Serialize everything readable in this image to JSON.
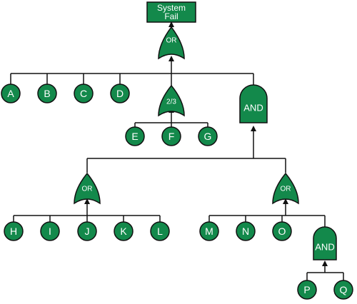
{
  "top_event": {
    "line1": "System",
    "line2": "Fail"
  },
  "gates": {
    "top_or": "OR",
    "vote": "2/3",
    "and_main": "AND",
    "or_left": "OR",
    "or_right": "OR",
    "and_sub": "AND"
  },
  "events": [
    "A",
    "B",
    "C",
    "D",
    "E",
    "F",
    "G",
    "H",
    "I",
    "J",
    "K",
    "L",
    "M",
    "N",
    "O",
    "P",
    "Q"
  ],
  "colors": {
    "fill": "#13894b",
    "line": "#111111",
    "text": "#ffffff"
  }
}
